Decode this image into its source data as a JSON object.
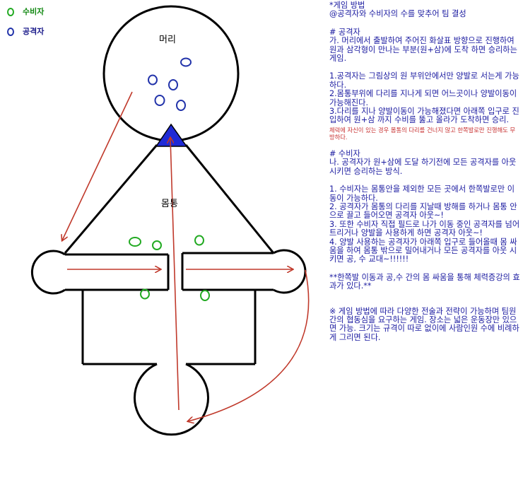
{
  "legend": {
    "defender": "수비자",
    "attacker": "공격자"
  },
  "diagram": {
    "head_label": "머리",
    "body_label": "몸통"
  },
  "rules": {
    "title": "*게임 방법",
    "intro": "@공격자와 수비자의 수를 맞추어 팀 결성",
    "attacker_heading": "# 공격자",
    "attacker_goal": "가. 머리에서 출발하여 주어진 화살표 방향으로 진행하여 원과 삼각형이 만나는 부분(원+삼)에 도착 하면 승리하는 게임.",
    "attacker_rule_1": "1.공격자는 그림상의 원 부위안에서만 양발로 서는게 가능하다.",
    "attacker_rule_2": "2.몸통부위에 다리를 지나게 되면 어느곳이나 양발이동이 가능해진다.",
    "attacker_rule_3": "3.다리를 지나 양발이동이 가능해졌다면 아래쪽 입구로 진입하여 원+삼 까지 수비를 뚫고 올라가 도착하면 승리.",
    "attacker_note": "체력에 자신이 있는 경우 몸통의 다리를 건너지 않고 한쪽발로만 진행해도 무방하다.",
    "defender_heading": "# 수비자",
    "defender_goal": "나. 공격자가 원+삼에 도달 하기전에 모든 공격자를 아웃 시키면 승리하는 방식.",
    "defender_rule_1": "1. 수비자는 몸통안을 제외한 모든 곳에서 한쪽발로만 이동이 가능하다.",
    "defender_rule_2": "2. 공격자가 몸통의 다리를 지날때 방해를 하거나 몸통 안으로 끌고 들어오면 공격자 아웃~!",
    "defender_rule_3": "3. 또한 수비자 직접 필드로 나가 이동 중인 공격자를 넘어트리거나 양발을 사용하게 하면 공격자 아웃~!",
    "defender_rule_4": "4. 양발 사용하는 공격자가 아래쪽 입구로 들어올때 몸 싸움을 하여 몸통 밖으로 밀어내거나 모든 공격자를 아웃 시키면 공, 수 교대~!!!!!!",
    "effect": "**한쪽발 이동과 공,수 간의 몸 싸움을 통해 체력증강의 효과가 있다.**",
    "footer": "※ 게임 방법에 따라 다양한 전술과 전략이 가능하며 팀원간의 협동심을 요구하는 게임. 장소는 넓은 운동장만 있으면 가능. 크기는 규격이 따로 없이에 사람인원 수에 비례하게 그리면 된다."
  },
  "colors": {
    "outline": "#000000",
    "arrow": "#c0392b",
    "attacker_mark": "#2233aa",
    "defender_mark": "#22aa22",
    "goal_triangle": "#1f2ad6",
    "rules_text": "#1a1aa0",
    "note_text": "#c83232"
  }
}
